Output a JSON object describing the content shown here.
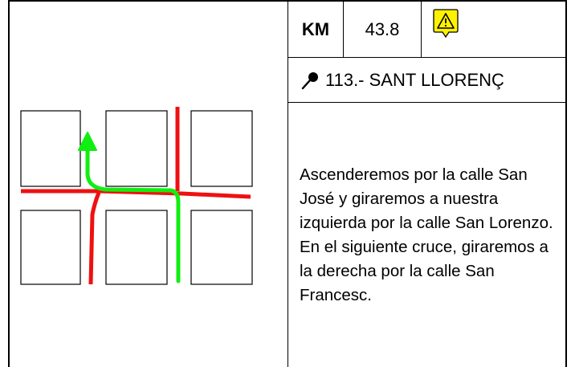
{
  "header": {
    "km_label": "KM",
    "km_value": "43.8"
  },
  "icons": {
    "warning": "warning-triangle-icon",
    "location": "map-pin-icon"
  },
  "waypoint": {
    "name": "113.- SANT LLORENÇ"
  },
  "description": "Ascenderemos por la calle San José y giraremos a nuestra izquierda por la calle San Lorenzo. En el siguiente cruce, giraremos a la derecha por la calle San Francesc.",
  "colors": {
    "route": "#11ee11",
    "other_roads": "#ee1111",
    "warning_fill": "#fff200"
  }
}
